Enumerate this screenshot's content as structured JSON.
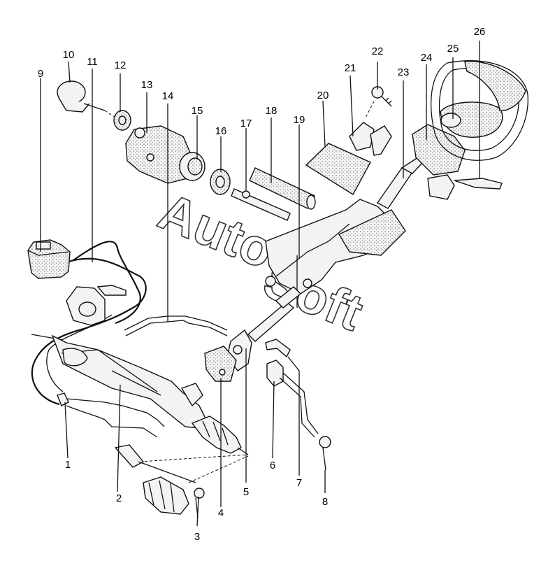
{
  "watermark": {
    "word1": "Auto",
    "word2": "Soft"
  },
  "callouts": [
    "1",
    "2",
    "3",
    "4",
    "5",
    "6",
    "7",
    "8",
    "9",
    "10",
    "11",
    "12",
    "13",
    "14",
    "15",
    "16",
    "17",
    "18",
    "19",
    "20",
    "21",
    "22",
    "23",
    "24",
    "25",
    "26"
  ]
}
